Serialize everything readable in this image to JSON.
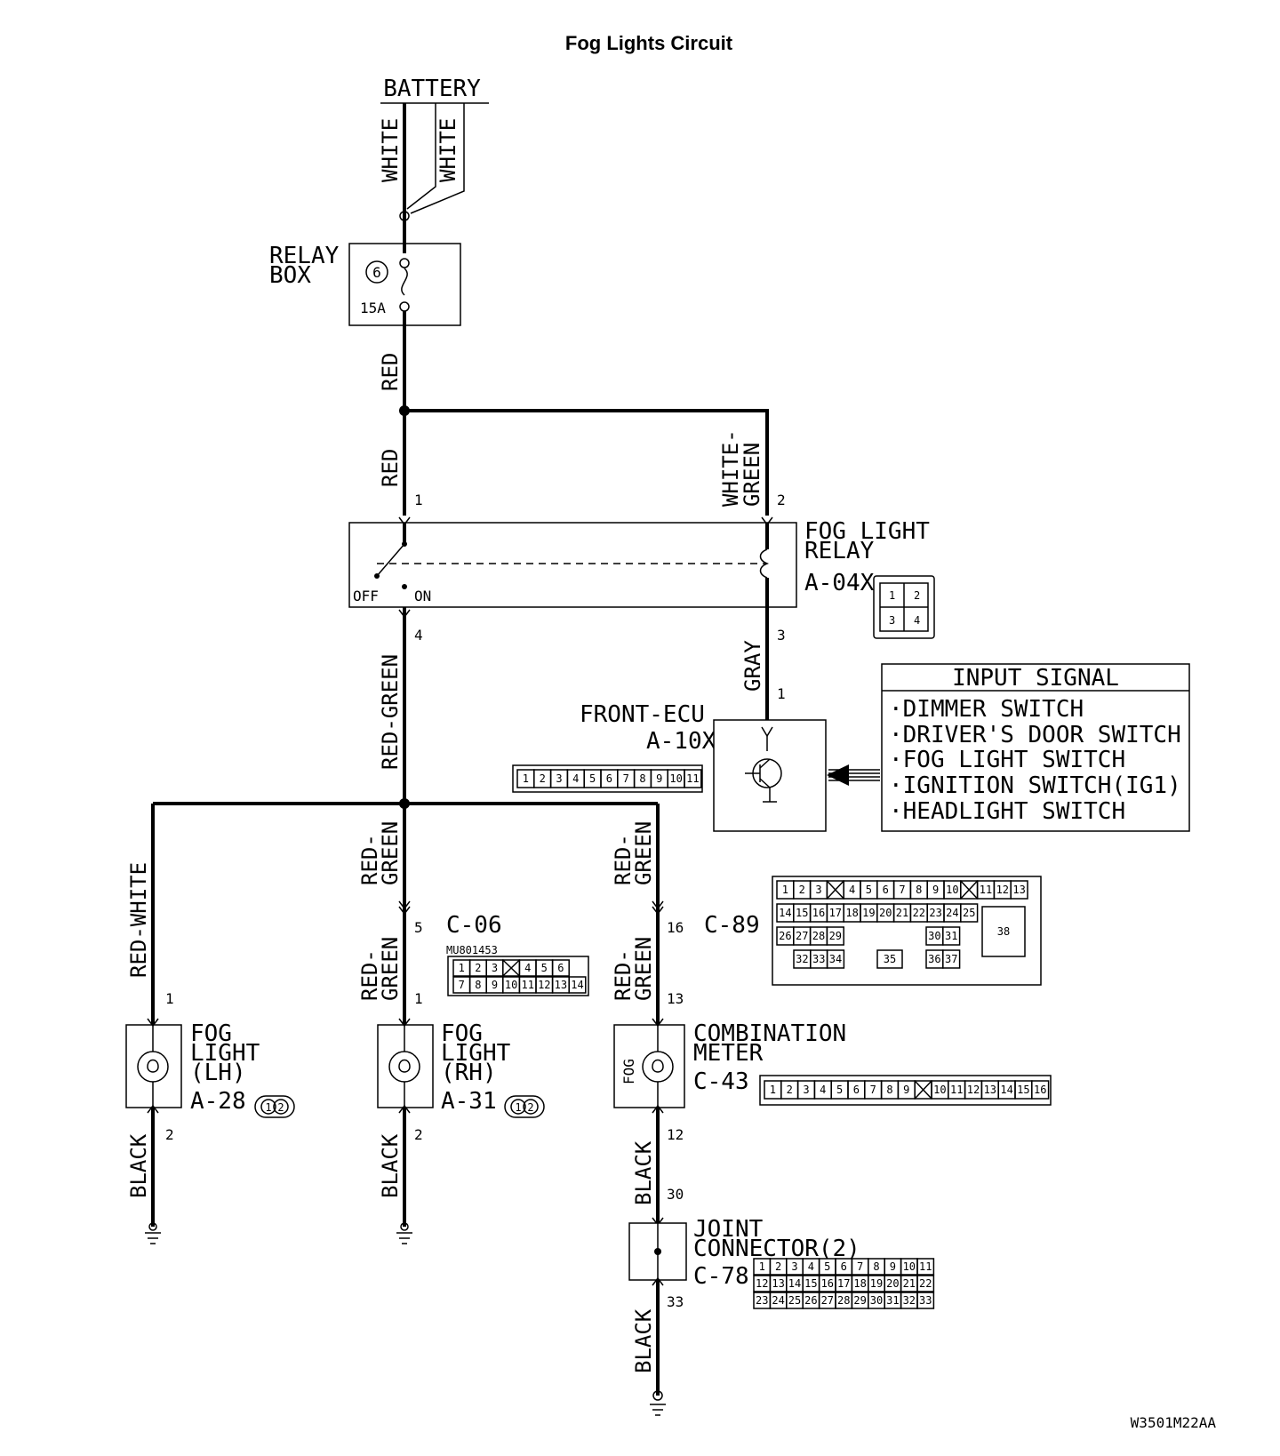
{
  "title": "Fog Lights Circuit",
  "battery": "BATTERY",
  "wires": {
    "white_1": "WHITE",
    "white_2": "WHITE",
    "red_1": "RED",
    "red_2": "RED",
    "white_green": "WHITE-\nGREEN",
    "red_green_main": "RED-GREEN",
    "gray": "GRAY",
    "red_white": "RED-WHITE",
    "red_green_a": "RED-\nGREEN",
    "red_green_b": "RED-\nGREEN",
    "red_green_c": "RED-\nGREEN",
    "red_green_d": "RED-\nGREEN",
    "black_lh": "BLACK",
    "black_rh": "BLACK",
    "black_meter": "BLACK",
    "black_joint": "BLACK"
  },
  "relay_box": {
    "label": "RELAY\nBOX",
    "fuse_number": "6",
    "fuse_rating": "15A"
  },
  "fog_relay": {
    "label": "FOG LIGHT\nRELAY",
    "code": "A-04X",
    "off": "OFF",
    "on": "ON",
    "pins": [
      "1",
      "2",
      "3",
      "4"
    ],
    "connector": [
      "1",
      "2",
      "3",
      "4"
    ]
  },
  "front_ecu": {
    "label": "FRONT-ECU",
    "code": "A-10X",
    "pin": "1",
    "connector": [
      "1",
      "2",
      "3",
      "4",
      "5",
      "6",
      "7",
      "8",
      "9",
      "10",
      "11"
    ]
  },
  "input_signal": {
    "title": "INPUT SIGNAL",
    "items": [
      "·DIMMER SWITCH",
      "·DRIVER'S DOOR SWITCH",
      "·FOG LIGHT SWITCH",
      "·IGNITION SWITCH(IG1)",
      "·HEADLIGHT SWITCH"
    ]
  },
  "c06": {
    "code": "C-06",
    "part": "MU801453",
    "pin_top": "5",
    "pin_bottom": "1",
    "row1": [
      "1",
      "2",
      "3",
      "",
      "4",
      "5",
      "6"
    ],
    "row2": [
      "7",
      "8",
      "9",
      "10",
      "11",
      "12",
      "13",
      "14"
    ]
  },
  "c89": {
    "code": "C-89",
    "pin_top": "16",
    "pin_bottom": "13",
    "row1": [
      "1",
      "2",
      "3",
      "",
      "4",
      "5",
      "6",
      "7",
      "8",
      "9",
      "10",
      "",
      "11",
      "12",
      "13"
    ],
    "row2": [
      "14",
      "15",
      "16",
      "17",
      "18",
      "19",
      "20",
      "21",
      "22",
      "23",
      "24",
      "25"
    ],
    "row3": [
      "26",
      "27",
      "28",
      "29",
      "30",
      "31"
    ],
    "row4": [
      "32",
      "33",
      "34",
      "35",
      "36",
      "37"
    ],
    "big": "38"
  },
  "fog_lh": {
    "label": "FOG\nLIGHT\n(LH)",
    "code": "A-28",
    "pin_top": "1",
    "pin_bottom": "2",
    "connector": "12"
  },
  "fog_rh": {
    "label": "FOG\nLIGHT\n(RH)",
    "code": "A-31",
    "pin_top": "1",
    "pin_bottom": "2",
    "connector": "12"
  },
  "meter": {
    "label": "COMBINATION\nMETER",
    "code": "C-43",
    "lamp": "FOG",
    "pin_bottom": "12",
    "connector": [
      "1",
      "2",
      "3",
      "4",
      "5",
      "6",
      "7",
      "8",
      "9",
      "",
      "10",
      "11",
      "12",
      "13",
      "14",
      "15",
      "16"
    ]
  },
  "joint": {
    "label": "JOINT\nCONNECTOR(2)",
    "code": "C-78",
    "pin_top": "30",
    "pin_bottom": "33",
    "row1": [
      "1",
      "2",
      "3",
      "4",
      "5",
      "6",
      "7",
      "8",
      "9",
      "10",
      "11"
    ],
    "row2": [
      "12",
      "13",
      "14",
      "15",
      "16",
      "17",
      "18",
      "19",
      "20",
      "21",
      "22"
    ],
    "row3": [
      "23",
      "24",
      "25",
      "26",
      "27",
      "28",
      "29",
      "30",
      "31",
      "32",
      "33"
    ]
  },
  "figure_code": "W3501M22AA"
}
